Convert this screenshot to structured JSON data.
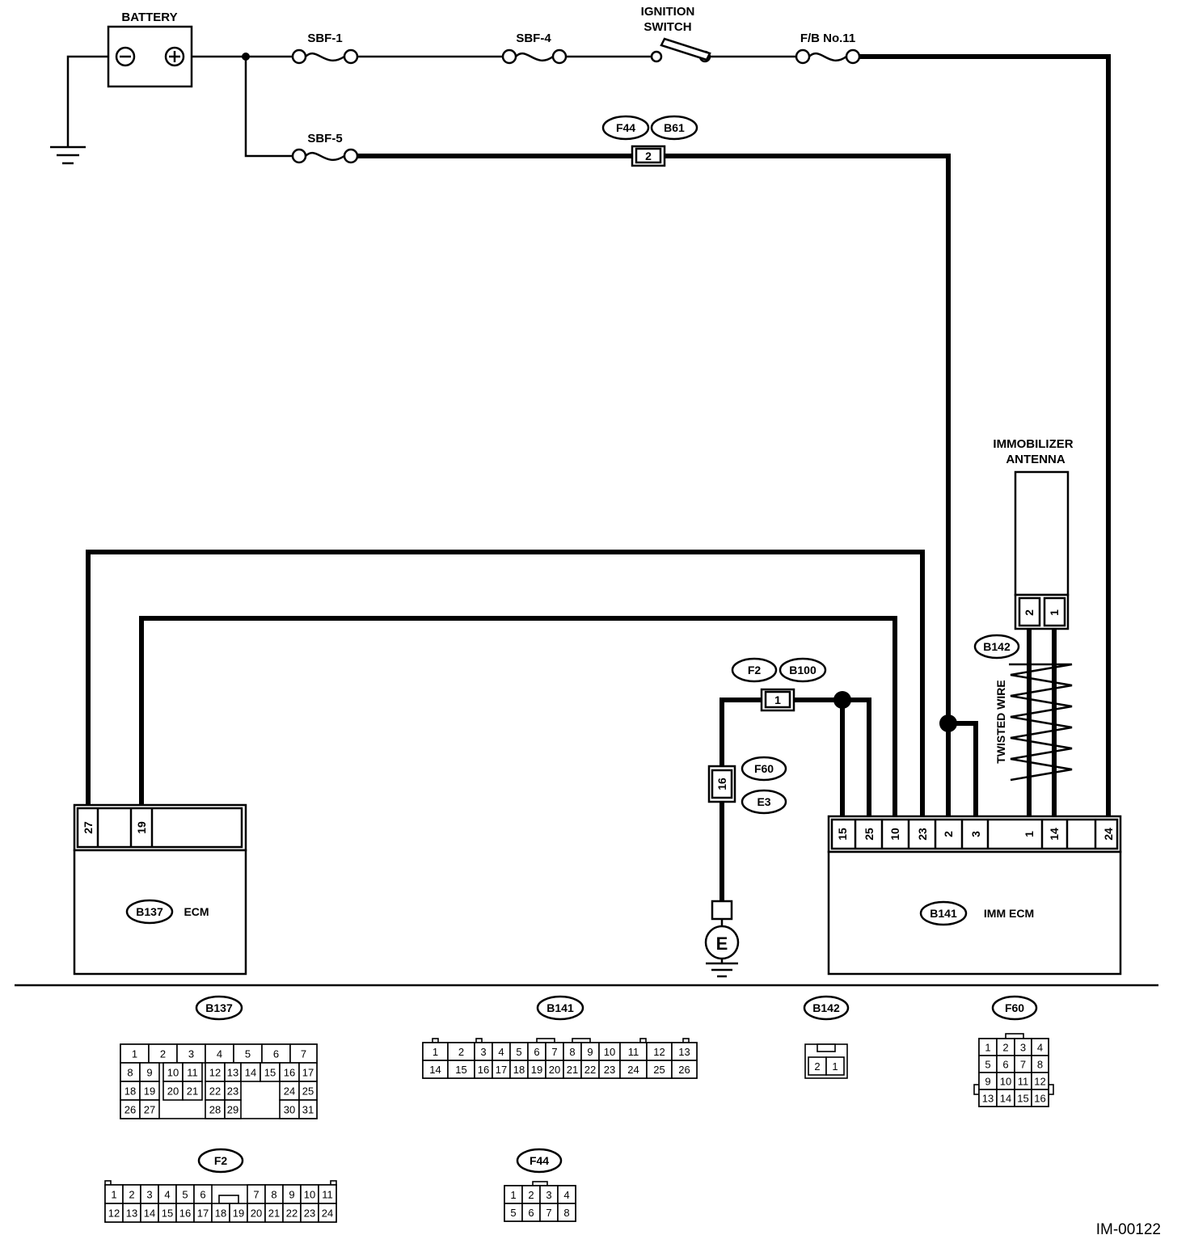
{
  "labels": {
    "battery": "BATTERY",
    "sbf1": "SBF-1",
    "sbf4": "SBF-4",
    "sbf5": "SBF-5",
    "ignition_line1": "IGNITION",
    "ignition_line2": "SWITCH",
    "fb11": "F/B No.11",
    "immo_line1": "IMMOBILIZER",
    "immo_line2": "ANTENNA",
    "twisted": "TWISTED WIRE",
    "ecm": "ECM",
    "imm_ecm": "IMM ECM",
    "ground_e": "E",
    "figure_id": "IM-00122"
  },
  "connectors": {
    "f44": "F44",
    "b61": "B61",
    "f2": "F2",
    "b100": "B100",
    "f60": "F60",
    "e3": "E3",
    "b142": "B142",
    "b137": "B137",
    "b141": "B141"
  },
  "pins": {
    "f44_b61": "2",
    "f2_b100": "1",
    "f60_e3": "16",
    "antenna": [
      "2",
      "1"
    ],
    "ecm": [
      "27",
      "19"
    ],
    "imm_ecm": [
      "15",
      "25",
      "10",
      "23",
      "2",
      "3",
      "1",
      "14",
      "24"
    ]
  },
  "faces": {
    "B137": [
      [
        "1",
        "2",
        "3",
        "4",
        "5",
        "6",
        "7"
      ],
      [
        "8",
        "9",
        "10",
        "11",
        "12",
        "13",
        "14",
        "15",
        "16",
        "17"
      ],
      [
        "18",
        "19",
        "20",
        "21",
        "22",
        "23",
        "24",
        "25"
      ],
      [
        "26",
        "27",
        "28",
        "29",
        "30",
        "31"
      ]
    ],
    "B141": [
      [
        "1",
        "2",
        "3",
        "4",
        "5",
        "6",
        "7",
        "8",
        "9",
        "10",
        "11",
        "12",
        "13"
      ],
      [
        "14",
        "15",
        "16",
        "17",
        "18",
        "19",
        "20",
        "21",
        "22",
        "23",
        "24",
        "25",
        "26"
      ]
    ],
    "B142": [
      [
        "2",
        "1"
      ]
    ],
    "F60": [
      [
        "1",
        "2",
        "3",
        "4"
      ],
      [
        "5",
        "6",
        "7",
        "8"
      ],
      [
        "9",
        "10",
        "11",
        "12"
      ],
      [
        "13",
        "14",
        "15",
        "16"
      ]
    ],
    "F2": [
      [
        "1",
        "2",
        "3",
        "4",
        "5",
        "6",
        "7",
        "8",
        "9",
        "10",
        "11"
      ],
      [
        "12",
        "13",
        "14",
        "15",
        "16",
        "17",
        "18",
        "19",
        "20",
        "21",
        "22",
        "23",
        "24"
      ]
    ],
    "F44": [
      [
        "1",
        "2",
        "3",
        "4"
      ],
      [
        "5",
        "6",
        "7",
        "8"
      ]
    ]
  }
}
